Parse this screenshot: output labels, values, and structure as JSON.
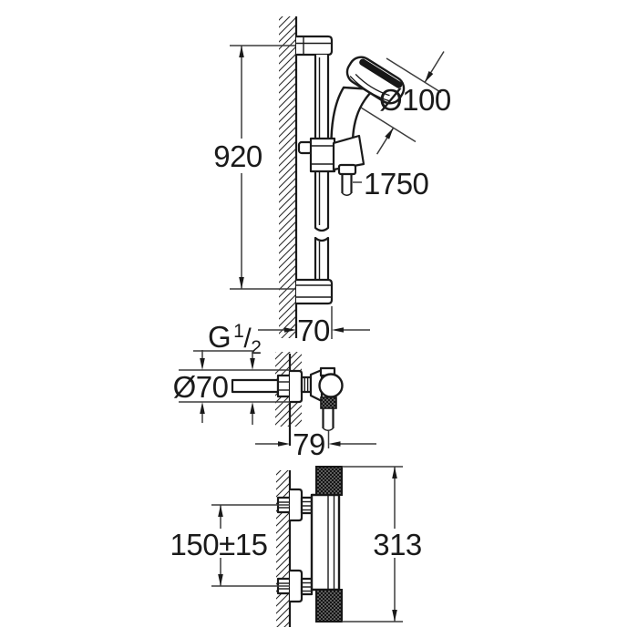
{
  "page": {
    "background": "#ffffff"
  },
  "drawing": {
    "line_color": "#1a1a1a",
    "dimension_line_color": "#3c3c3c",
    "views": {
      "shower_rail_set": {
        "dims": {
          "rail_height": "920",
          "head_diameter": "Ø100",
          "hose_length": "1750",
          "wall_projection": "70"
        }
      },
      "wall_union": {
        "dims": {
          "thread_prefix": "G",
          "thread_numerator": "1",
          "thread_slash": "/",
          "thread_denominator": "2",
          "escutcheon_diameter": "Ø70",
          "wall_projection": "79"
        }
      },
      "thermostat": {
        "dims": {
          "inlet_spacing": "150±15",
          "body_height": "313"
        }
      }
    }
  }
}
